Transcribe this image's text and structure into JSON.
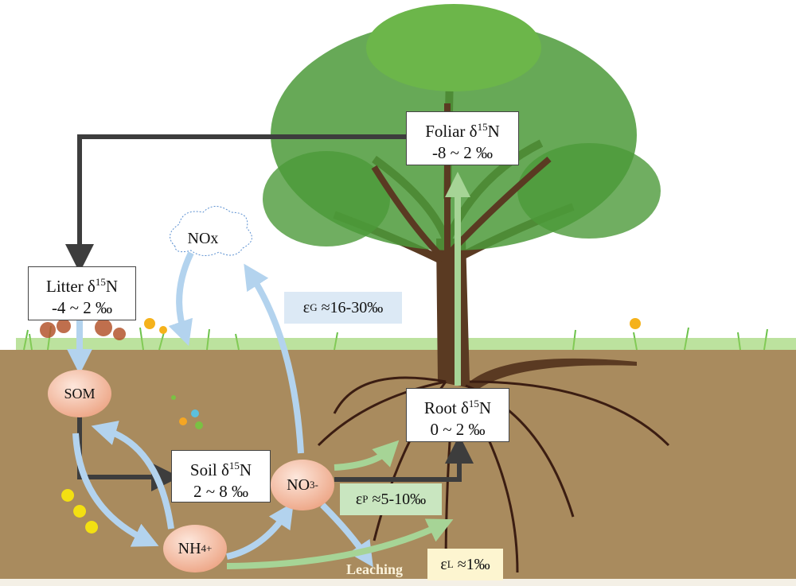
{
  "boxes": {
    "foliar": {
      "title": "Foliar δ",
      "iso": "15",
      "el": "N",
      "range": "-8 ~ 2 ‰"
    },
    "litter": {
      "title": "Litter δ",
      "iso": "15",
      "el": "N",
      "range": "-4 ~ 2 ‰"
    },
    "root": {
      "title": "Root δ",
      "iso": "15",
      "el": "N",
      "range": "0 ~ 2 ‰"
    },
    "soil": {
      "title": "Soil δ",
      "iso": "15",
      "el": "N",
      "range": "2 ~ 8 ‰"
    }
  },
  "nodes": {
    "som": "SOM",
    "nox": "NOx",
    "nh4": {
      "base": "NH",
      "sub": "4",
      "sup": "+"
    },
    "no3": {
      "base": "NO",
      "sub": "3",
      "sup": "-"
    }
  },
  "fractionation": {
    "gas": {
      "sym": "ε",
      "sub": "G",
      "value": " ≈16-30‰"
    },
    "plant": {
      "sym": "ε",
      "sub": "P",
      "value": " ≈5-10‰"
    },
    "leach": {
      "sym": "ε",
      "sub": "L",
      "value": " ≈1‰"
    }
  },
  "labels": {
    "leaching": "Leaching"
  },
  "colors": {
    "soil": "#a98b5e",
    "dark_arrow": "#3d3d3d",
    "blue_arrow": "#b3d3ee",
    "green_arrow": "#a6d496",
    "node_fill": "#f3b89c"
  }
}
